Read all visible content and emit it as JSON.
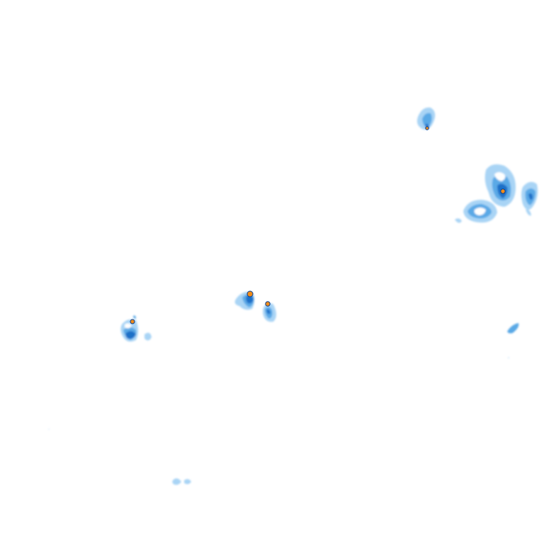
{
  "map": {
    "type": "precipitation-radar-overlay",
    "background": "#ffffff",
    "intensity_colors": {
      "light": "#a9d4f5",
      "moderate": "#5aa9e6",
      "heavy": "#1f6fc7",
      "very_heavy": "#0b3f8f",
      "intense": "#f08c1a"
    },
    "cells": [
      {
        "id": "cell-north-east-small",
        "peak": "very_heavy"
      },
      {
        "id": "cell-east-cluster",
        "peak": "intense"
      },
      {
        "id": "cell-east-ring",
        "peak": "moderate"
      },
      {
        "id": "cell-far-east",
        "peak": "heavy"
      },
      {
        "id": "cell-center-left",
        "peak": "intense"
      },
      {
        "id": "cell-center-right",
        "peak": "intense"
      },
      {
        "id": "cell-west",
        "peak": "intense"
      },
      {
        "id": "cell-east-streak",
        "peak": "moderate"
      },
      {
        "id": "cell-south",
        "peak": "light"
      }
    ]
  }
}
